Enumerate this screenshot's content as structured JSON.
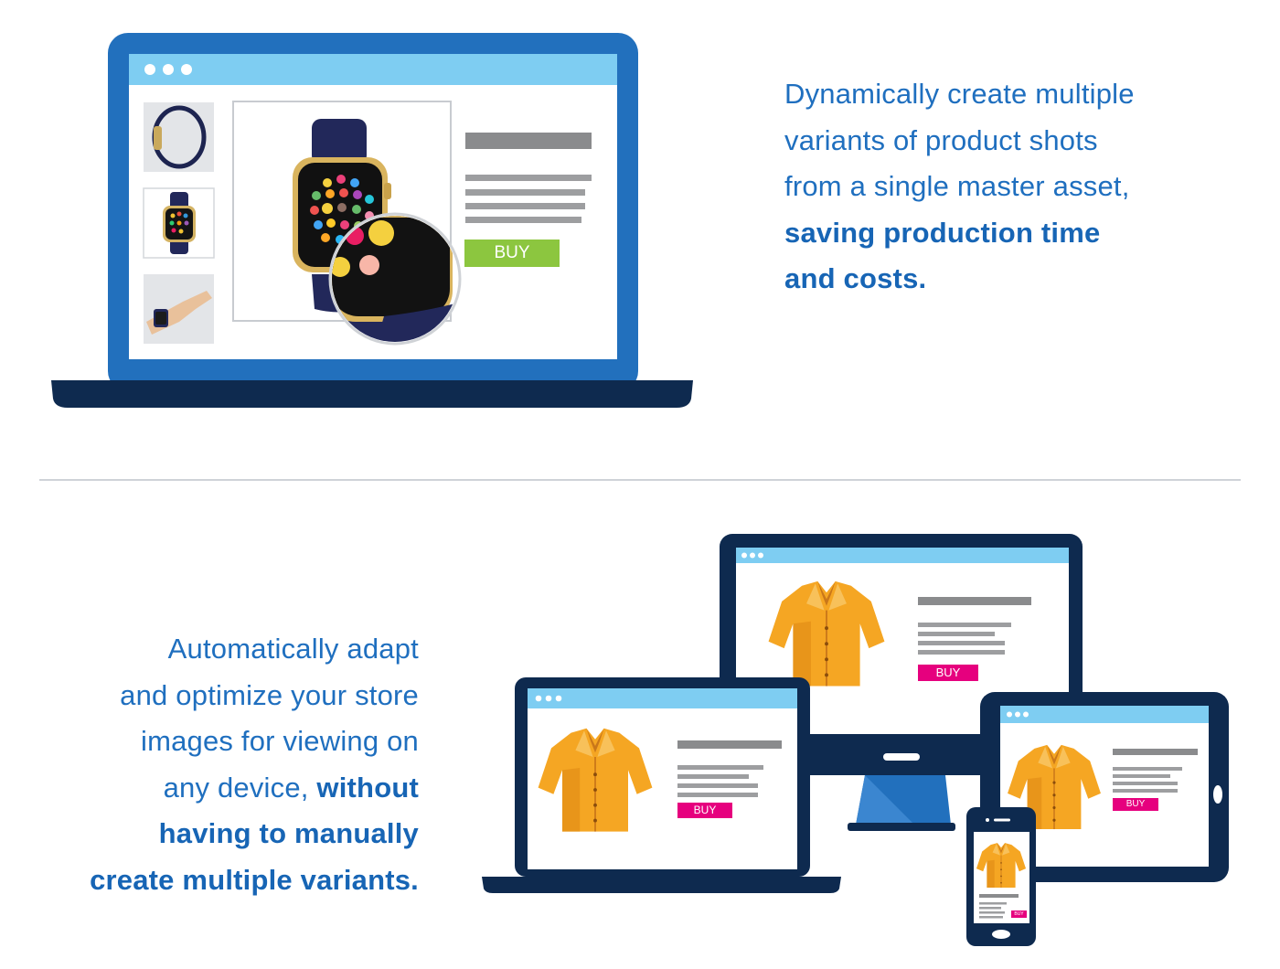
{
  "section_top": {
    "text_lines": [
      "Dynamically create multiple",
      "variants of product shots",
      "from a single master asset,"
    ],
    "bold_lines": [
      "saving production time",
      "and costs."
    ],
    "buy_label": "BUY"
  },
  "section_bottom": {
    "line1": "Automatically adapt",
    "line2": "and optimize your store",
    "line3": "images for viewing on",
    "line4_plain": "any device, ",
    "line4_bold": "without",
    "line5": "having to manually",
    "line6": "create multiple variants.",
    "buy_label_monitor": "BUY",
    "buy_label_laptop": "BUY",
    "buy_label_tablet": "BUY",
    "buy_label_phone": "BUY"
  },
  "colors": {
    "primary_blue": "#2270bd",
    "light_blue_bar": "#7ecdf2",
    "navy": "#0e2a4f",
    "text_blue": "#1f6fbf",
    "buy_green": "#8cc63f",
    "buy_magenta": "#e6007e",
    "shirt_orange": "#f5a623"
  }
}
